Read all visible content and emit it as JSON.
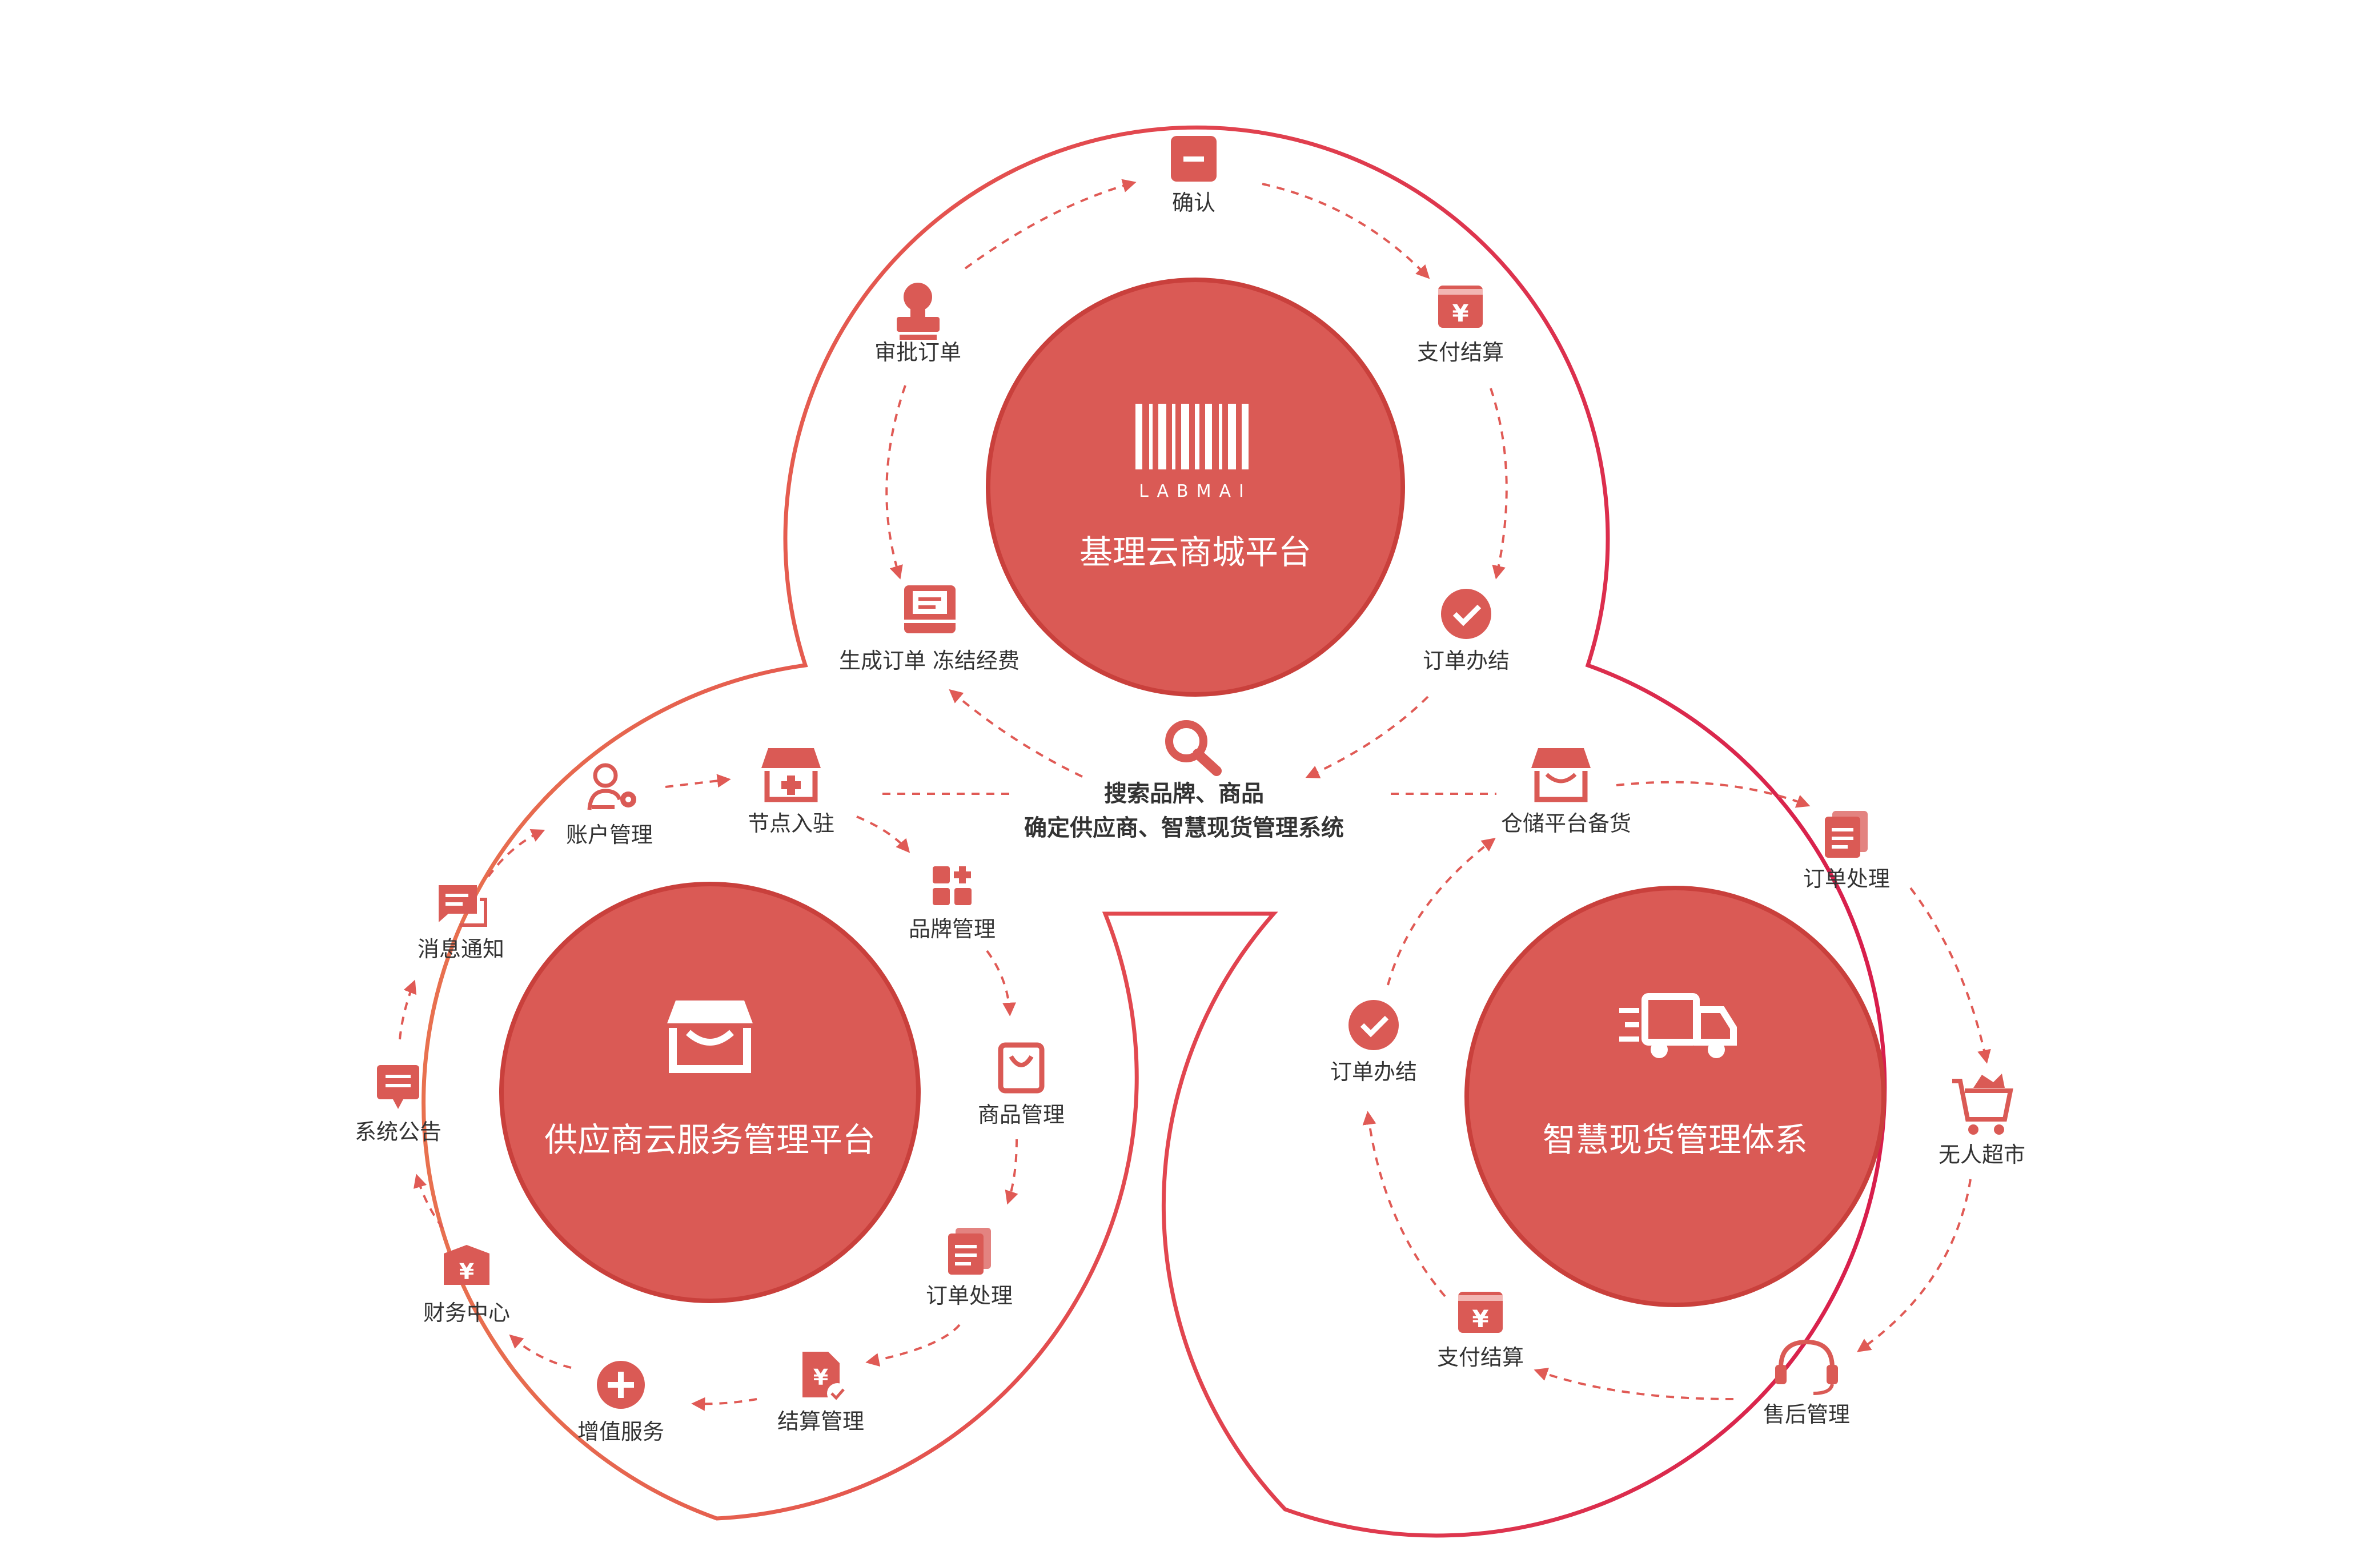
{
  "colors": {
    "accent": "#da5a55",
    "outline_left": "#e8714f",
    "outline_right": "#d81e4c",
    "arrow": "#e05a55",
    "text": "#333333"
  },
  "top_hub": {
    "title": "基理云商城平台",
    "logo_text": "LABMAI",
    "icon": "labmai-barcode-logo",
    "steps": [
      {
        "label": "确认",
        "icon": "box-minus-icon"
      },
      {
        "label": "支付结算",
        "icon": "yuan-payment-icon"
      },
      {
        "label": "订单办结",
        "icon": "check-circle-icon"
      },
      {
        "label": "生成订单 冻结经费",
        "icon": "printer-order-icon"
      },
      {
        "label": "审批订单",
        "icon": "approval-stamp-icon"
      }
    ]
  },
  "left_hub": {
    "title": "供应商云服务管理平台",
    "icon": "storefront-icon",
    "steps": [
      {
        "label": "节点入驻",
        "icon": "store-add-icon"
      },
      {
        "label": "品牌管理",
        "icon": "grid-plus-icon"
      },
      {
        "label": "商品管理",
        "icon": "shopping-bag-icon"
      },
      {
        "label": "订单处理",
        "icon": "documents-icon"
      },
      {
        "label": "结算管理",
        "icon": "yuan-document-check-icon"
      },
      {
        "label": "增值服务",
        "icon": "plus-circle-icon"
      },
      {
        "label": "财务中心",
        "icon": "yuan-shield-icon"
      },
      {
        "label": "系统公告",
        "icon": "announcement-icon"
      },
      {
        "label": "消息通知",
        "icon": "message-icon"
      },
      {
        "label": "账户管理",
        "icon": "user-gear-icon"
      }
    ]
  },
  "right_hub": {
    "title": "智慧现货管理体系",
    "icon": "delivery-truck-icon",
    "steps": [
      {
        "label": "仓储平台备货",
        "icon": "warehouse-store-icon"
      },
      {
        "label": "订单处理",
        "icon": "documents-icon"
      },
      {
        "label": "无人超市",
        "icon": "shopping-cart-icon"
      },
      {
        "label": "售后管理",
        "icon": "headset-icon"
      },
      {
        "label": "支付结算",
        "icon": "yuan-payment-icon"
      },
      {
        "label": "订单办结",
        "icon": "check-circle-icon"
      }
    ]
  },
  "center": {
    "icon": "search-icon",
    "line1": "搜索品牌、商品",
    "line2": "确定供应商、智慧现货管理系统"
  }
}
